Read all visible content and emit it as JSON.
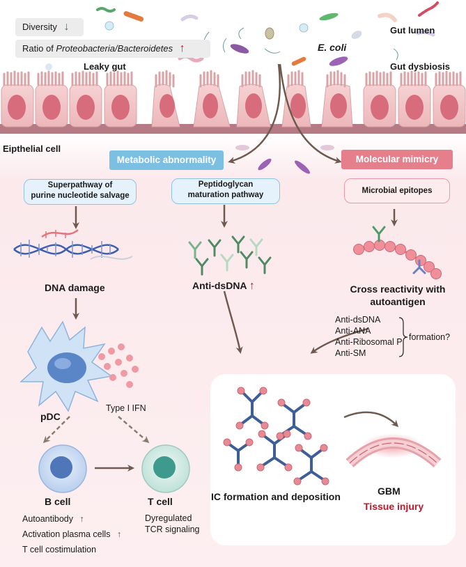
{
  "gut": {
    "diversity_label": "Diversity",
    "ratio_prefix": "Ratio of ",
    "ratio_taxa": "Proteobacteria/Bacteroidetes",
    "leaky_gut": "Leaky gut",
    "ecoli": "E. coli",
    "gut_lumen": "Gut lumen",
    "gut_dysbiosis": "Gut dysbiosis",
    "epithelial_cell": "Eipthelial cell"
  },
  "pathways": {
    "metabolic": "Metabolic abnormality",
    "mimicry": "Molecular mimicry",
    "purine_line1": "Superpathway of",
    "purine_line2": "purine nucleotide salvage",
    "peptidoglycan_line1": "Peptidoglycan",
    "peptidoglycan_line2": "maturation pathway",
    "epitopes": "Microbial epitopes"
  },
  "outcomes": {
    "dna_damage": "DNA damage",
    "anti_dsdna": "Anti-dsDNA",
    "cross_line1": "Cross reactivity with",
    "cross_line2": "autoantigen",
    "antibodies": [
      "Anti-dsDNA",
      "Anti-ANA",
      "Anti-Ribosomal P",
      "Anti-SM"
    ],
    "formation": "formation?"
  },
  "immune": {
    "pdc": "pDC",
    "type1ifn": "Type I IFN",
    "bcell": "B cell",
    "tcell": "T cell",
    "b_effects": [
      "Autoantibody",
      "Activation plasma cells",
      "T cell costimulation"
    ],
    "t_effects_line1": "Dyregulated",
    "t_effects_line2": "TCR signaling"
  },
  "ic": {
    "label": "IC formation and deposition",
    "gbm": "GBM",
    "injury": "Tissue injury"
  },
  "colors": {
    "up_arrow": "#c0182a",
    "down_arrow": "#1f8a3a",
    "metabolic_header": "#7bbfe3",
    "mimicry_header": "#e57f8c",
    "injury_text": "#c0182a",
    "flow_arrow": "#6e5a4f"
  }
}
